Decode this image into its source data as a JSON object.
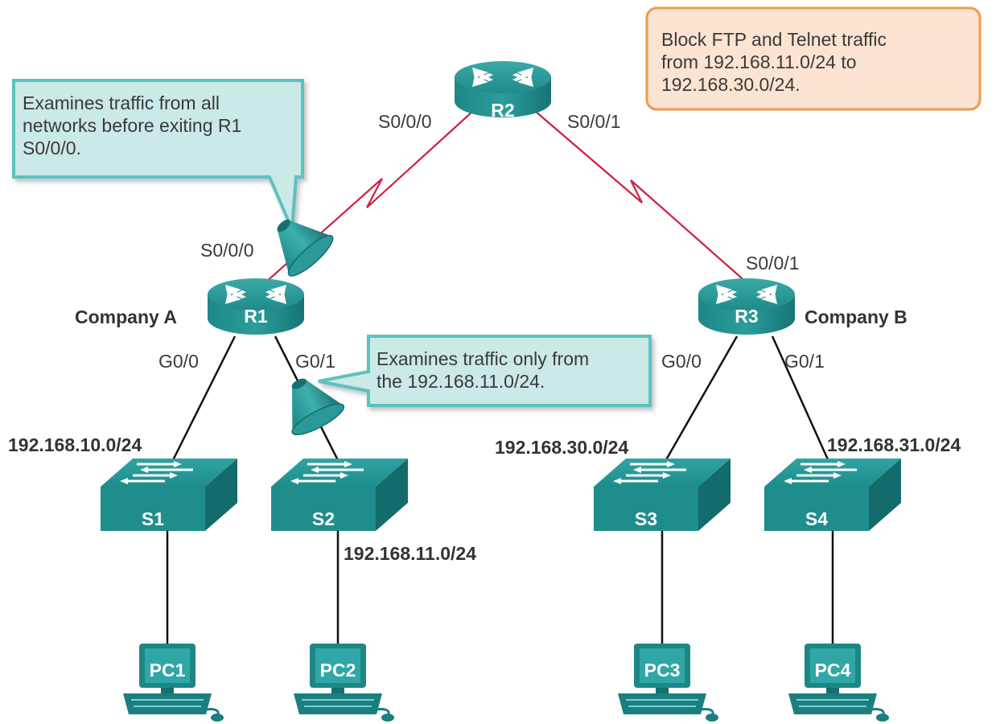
{
  "routers": {
    "r1": {
      "name": "R1"
    },
    "r2": {
      "name": "R2"
    },
    "r3": {
      "name": "R3"
    }
  },
  "switches": {
    "s1": {
      "name": "S1"
    },
    "s2": {
      "name": "S2"
    },
    "s3": {
      "name": "S3"
    },
    "s4": {
      "name": "S4"
    }
  },
  "pcs": {
    "pc1": {
      "name": "PC1"
    },
    "pc2": {
      "name": "PC2"
    },
    "pc3": {
      "name": "PC3"
    },
    "pc4": {
      "name": "PC4"
    }
  },
  "sites": {
    "company_a": "Company A",
    "company_b": "Company B"
  },
  "interfaces": {
    "r2_s000": "S0/0/0",
    "r2_s001": "S0/0/1",
    "r1_s000": "S0/0/0",
    "r1_g00": "G0/0",
    "r1_g01": "G0/1",
    "r3_s001": "S0/0/1",
    "r3_g00": "G0/0",
    "r3_g01": "G0/1"
  },
  "networks": {
    "n10": "192.168.10.0/24",
    "n11": "192.168.11.0/24",
    "n30": "192.168.30.0/24",
    "n31": "192.168.31.0/24"
  },
  "callouts": {
    "outbound": [
      "Examines traffic from all",
      "networks before exiting R1",
      "S0/0/0."
    ],
    "inbound": [
      "Examines traffic only from",
      "the 192.168.11.0/24."
    ],
    "policy": [
      "Block FTP and Telnet traffic",
      "from 192.168.11.0/24 to",
      "192.168.30.0/24."
    ]
  },
  "colors": {
    "device_teal": "#1d8a8a",
    "wan_link": "#d02040",
    "lan_link": "#111111",
    "callout_fill": "#cbe9e6",
    "callout_border": "#5cc2c0",
    "policy_fill": "#fde3d1",
    "policy_border": "#f09a4a"
  }
}
